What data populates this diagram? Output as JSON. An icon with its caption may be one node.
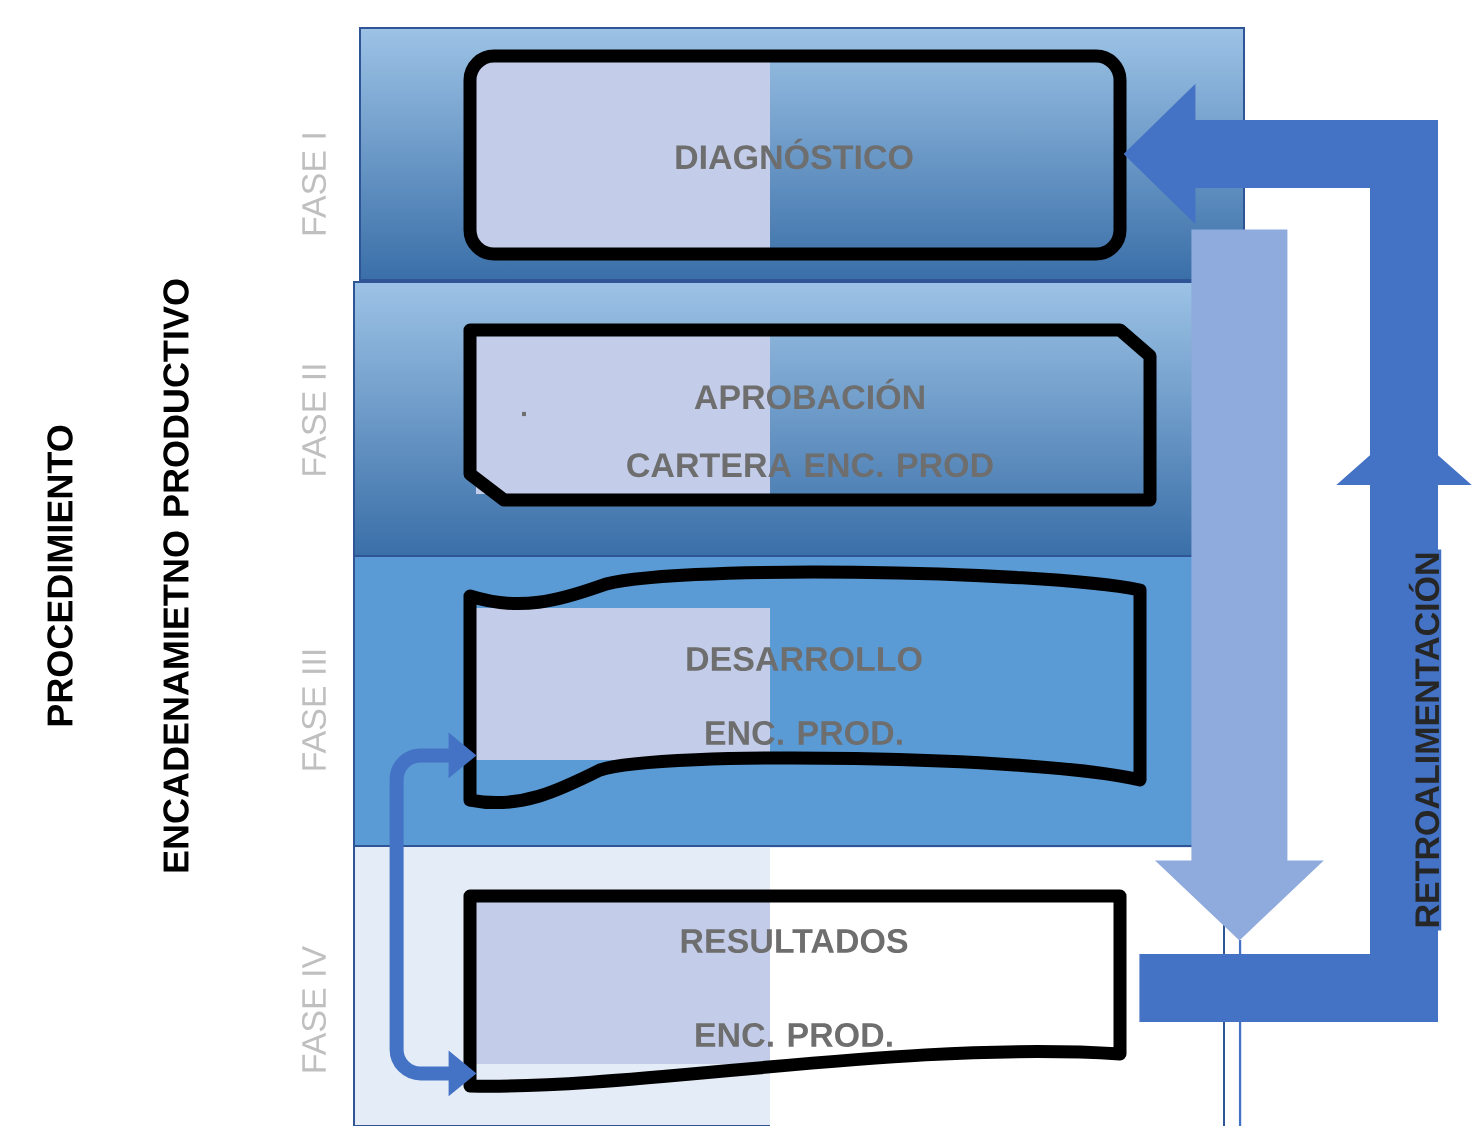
{
  "diagram": {
    "title": "PROCEDIMIENTO ENCADENAMIETNO PRODUCTIVO",
    "nodes": [
      {
        "text": [
          "FASE I"
        ]
      },
      {
        "text": [
          "FASE II"
        ]
      },
      {
        "text": [
          "FASE III"
        ]
      },
      {
        "text": [
          "FASE IV"
        ]
      },
      {
        "text": [
          "DIAGNÓSTICO"
        ],
        "in": 0
      },
      {
        "text": [
          ".",
          "APROBACIÓN CARTERA ENC. PROD"
        ],
        "in": 1
      },
      {
        "text": [
          "DESARROLLO ENC. PROD."
        ],
        "in": 2
      },
      {
        "text": [
          "RESULTADOS ENC. PROD."
        ],
        "in": 3
      }
    ],
    "edges": [
      {
        "from": 4,
        "to": 7,
        "arrow": "to",
        "color": "#8faadc"
      },
      {
        "from": 7,
        "to": 4,
        "arrow": "to",
        "label": "RETROALIMENTACIÓN"
      },
      {
        "from": 7,
        "to": 6,
        "arrow": "both"
      }
    ]
  }
}
